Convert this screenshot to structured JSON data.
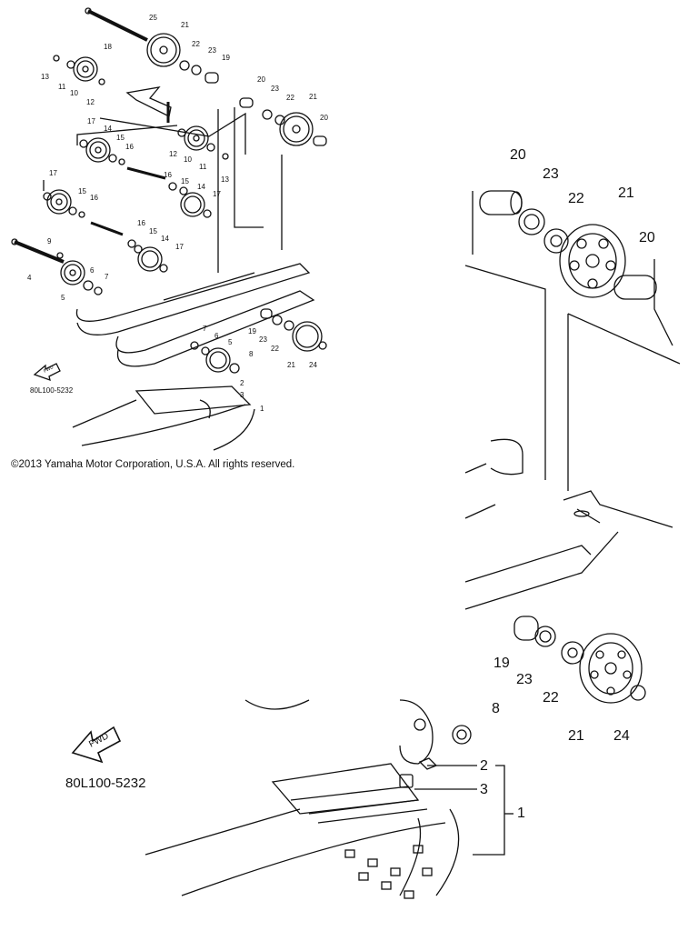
{
  "copyright": "©2013 Yamaha Motor Corporation, U.S.A. All rights reserved.",
  "part_number": "80L100-5232",
  "fwd_label": "FWD",
  "callouts_main": [
    "25",
    "21",
    "18",
    "22",
    "23",
    "19",
    "13",
    "11",
    "10",
    "12",
    "20",
    "23",
    "22",
    "21",
    "20",
    "17",
    "14",
    "15",
    "16",
    "12",
    "10",
    "11",
    "13",
    "17",
    "15",
    "16",
    "16",
    "15",
    "14",
    "17",
    "9",
    "4",
    "5",
    "6",
    "7",
    "16",
    "15",
    "14",
    "17",
    "7",
    "6",
    "5",
    "19",
    "23",
    "22",
    "21",
    "24",
    "8",
    "2",
    "3",
    "1"
  ],
  "callouts_zoom": [
    "20",
    "23",
    "22",
    "21",
    "20",
    "19",
    "23",
    "22",
    "21",
    "24",
    "8",
    "2",
    "3",
    "1"
  ]
}
